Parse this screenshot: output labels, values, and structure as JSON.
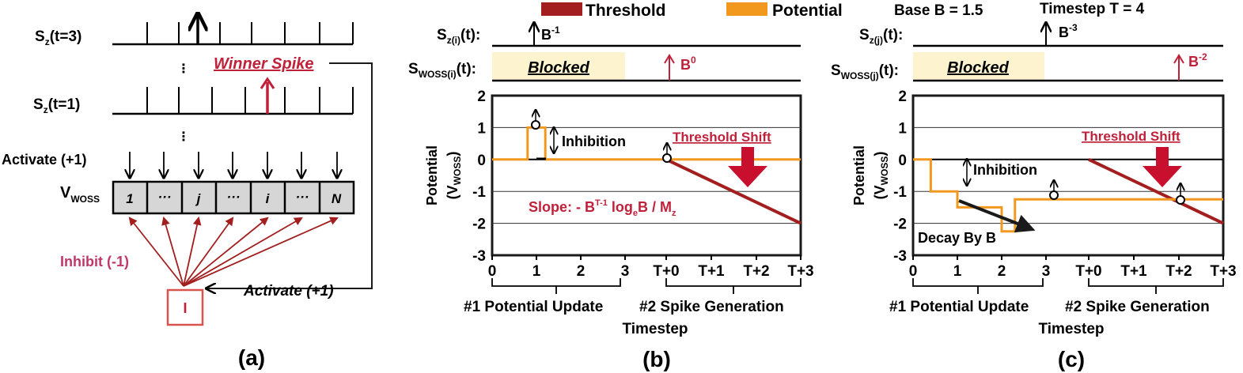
{
  "legend": {
    "threshold": "Threshold",
    "potential": "Potential",
    "base": "Base B = 1.5",
    "timestep": "Timestep T = 4"
  },
  "colors": {
    "threshold": "#a31f1f",
    "potential": "#f3981f",
    "accent": "#c0213a",
    "blocked": "#fdf4cf",
    "cell": "#d6d6d6",
    "inhibit_box": "#d9534f"
  },
  "panel_a": {
    "sz_t3": "S",
    "sz_t3_sub": "z",
    "sz_t3_suffix": "(t=3)",
    "sz_t1": "S",
    "sz_t1_sub": "z",
    "sz_t1_suffix": "(t=1)",
    "winner": "Winner Spike",
    "activate_top": "Activate (+1)",
    "v_main": "V",
    "v_sub": "WOSS",
    "cells": [
      "1",
      "···",
      "j",
      "···",
      "i",
      "···",
      "N"
    ],
    "inhibit": "Inhibit (-1)",
    "inhibitor": "I",
    "activate_bottom": "Activate (+1)",
    "label": "(a)"
  },
  "panel_b": {
    "sz_main": "S",
    "sz_sub": "z(i)",
    "sz_suffix": "(t):",
    "sz_spike": "B",
    "sz_spike_exp": "-1",
    "sw_main": "S",
    "sw_sub": "WOSS(i)",
    "sw_suffix": "(t):",
    "blocked": "Blocked",
    "sw_spike": "B",
    "sw_spike_exp": "0",
    "inhibition": "Inhibition",
    "threshold_shift": "Threshold Shift",
    "slope_a": "Slope: - B",
    "slope_exp": "T-1",
    "slope_b": " log",
    "slope_sub": "e",
    "slope_c": "B / M",
    "slope_sub2": "z",
    "phase1": "#1 Potential Update",
    "phase2": "#2 Spike Generation",
    "xlabel": "Timestep",
    "label": "(b)"
  },
  "panel_c": {
    "sz_main": "S",
    "sz_sub": "z(j)",
    "sz_suffix": "(t):",
    "sz_spike": "B",
    "sz_spike_exp": "-3",
    "sw_main": "S",
    "sw_sub": "WOSS(j)",
    "sw_suffix": "(t):",
    "blocked": "Blocked",
    "sw_spike": "B",
    "sw_spike_exp": "-2",
    "inhibition": "Inhibition",
    "threshold_shift": "Threshold Shift",
    "decay": "Decay By B",
    "phase1": "#1 Potential Update",
    "phase2": "#2 Spike Generation",
    "xlabel": "Timestep",
    "label": "(c)"
  },
  "ylabel_main": "Potential",
  "ylabel_paren_open": "(V",
  "ylabel_sub": "WOSS",
  "ylabel_paren_close": ")",
  "chart_data": [
    {
      "type": "line",
      "yticks": [
        "2",
        "1",
        "0",
        "-1",
        "-2",
        "-3"
      ],
      "ylim": [
        -3,
        2
      ],
      "xticks": [
        "0",
        "1",
        "2",
        "3",
        "T+0",
        "T+1",
        "T+2",
        "T+3"
      ],
      "series": [
        {
          "name": "Potential",
          "points": [
            [
              0,
              0
            ],
            [
              0.8,
              0
            ],
            [
              0.8,
              1
            ],
            [
              1.2,
              1
            ],
            [
              1.2,
              0
            ],
            [
              7,
              0
            ]
          ]
        },
        {
          "name": "Threshold",
          "points": [
            [
              4,
              0
            ],
            [
              7,
              -2
            ]
          ]
        }
      ]
    },
    {
      "type": "line",
      "yticks": [
        "2",
        "1",
        "0",
        "-1",
        "-2",
        "-3"
      ],
      "ylim": [
        -3,
        2
      ],
      "xticks": [
        "0",
        "1",
        "2",
        "3",
        "T+0",
        "T+1",
        "T+2",
        "T+3"
      ],
      "series": [
        {
          "name": "Potential",
          "points": [
            [
              0,
              0
            ],
            [
              0.4,
              0
            ],
            [
              0.4,
              -1
            ],
            [
              1,
              -1
            ],
            [
              1,
              -1.5
            ],
            [
              2,
              -1.5
            ],
            [
              2,
              -2.25
            ],
            [
              2.3,
              -2.25
            ],
            [
              2.3,
              -1.25
            ],
            [
              7,
              -1.25
            ]
          ]
        },
        {
          "name": "Threshold",
          "points": [
            [
              4,
              0
            ],
            [
              7,
              -2
            ]
          ]
        }
      ]
    }
  ]
}
